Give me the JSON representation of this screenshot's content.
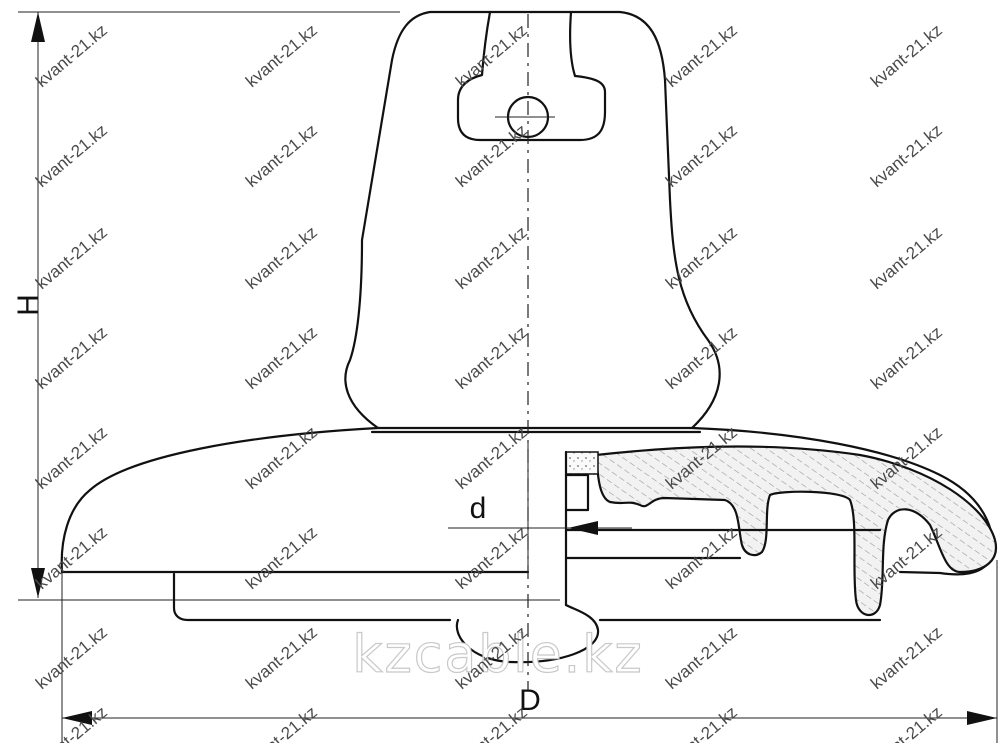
{
  "labels": {
    "height": "H",
    "diameter": "D",
    "pin_diameter": "d"
  },
  "watermark": {
    "text": "kvant-21.kz",
    "color": "#4a4a4a"
  },
  "brand": {
    "text": "kzcable.kz",
    "color": "#c9c9c9"
  },
  "colors": {
    "ink": "#111111",
    "section_hatch": "#9a9a9a",
    "section_fill": "#efefef"
  }
}
